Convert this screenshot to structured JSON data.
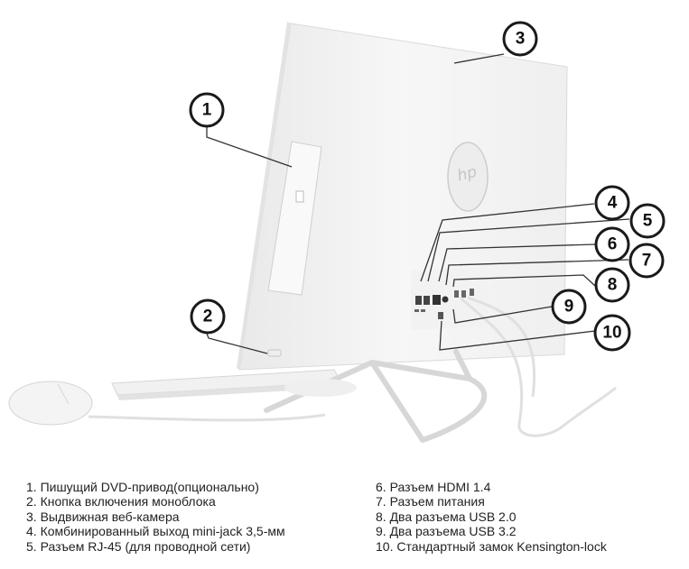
{
  "device": {
    "logo_text": "hp",
    "colors": {
      "body": "#f4f4f4",
      "edge": "#d9d9d9",
      "stand": "#dcdcdc",
      "callout_stroke": "#1a1a1a",
      "text": "#222222"
    }
  },
  "callouts": [
    {
      "id": 1,
      "label": "1"
    },
    {
      "id": 2,
      "label": "2"
    },
    {
      "id": 3,
      "label": "3"
    },
    {
      "id": 4,
      "label": "4"
    },
    {
      "id": 5,
      "label": "5"
    },
    {
      "id": 6,
      "label": "6"
    },
    {
      "id": 7,
      "label": "7"
    },
    {
      "id": 8,
      "label": "8"
    },
    {
      "id": 9,
      "label": "9"
    },
    {
      "id": 10,
      "label": "10"
    }
  ],
  "legend": {
    "left": [
      "1. Пишущий DVD-привод(опционально)",
      "2. Кнопка включения моноблока",
      "3. Выдвижная веб-камера",
      "4. Комбинированный выход mini-jack 3,5-мм",
      "5. Разъем RJ-45 (для проводной сети)"
    ],
    "right": [
      "6. Разъем HDMI 1.4",
      "7. Разъем питания",
      "8. Два разъема USB 2.0",
      "9. Два разъема USB 3.2",
      "10. Стандартный замок Kensington-lock"
    ]
  }
}
